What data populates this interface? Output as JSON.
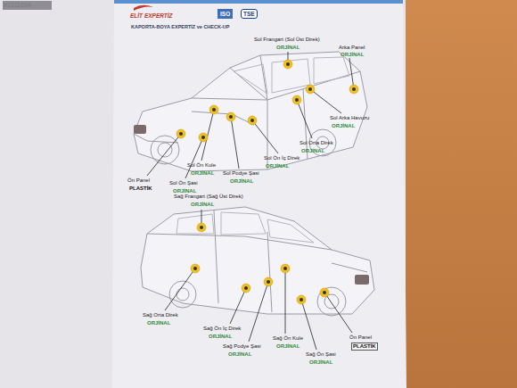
{
  "diagram": {
    "title": "KAPORTA-BOYA EXPERTİZ ve CHECK-UP",
    "labels": [
      "#1311634",
      "ELİT EXPERTİZ",
      "ISO",
      "TSE",
      "Sol Frangart (Sol Üst Direk)",
      "ORJİNAL",
      "Arka Panel",
      "ORJİNAL",
      "Sol Arka Havuzu",
      "ORJİNAL",
      "Sol Orta Direk",
      "ORJİNAL",
      "Sol Ön İç Direk",
      "ORJİNAL",
      "Sol Podye Şasi",
      "ORJİNAL",
      "Sol Ön Kule",
      "ORJİNAL",
      "Sol Ön Şasi",
      "ORJİNAL",
      "Ön Panel",
      "PLASTİK",
      "Sağ Frangart (Sağ Üst Direk)",
      "ORJİNAL",
      "Sağ Orta Direk",
      "ORJİNAL",
      "Sağ Ön İç Direk",
      "ORJİNAL",
      "Sağ Podye Şasi",
      "ORJİNAL",
      "Sağ Ön Kule",
      "ORJİNAL",
      "Sağ Ön Şasi",
      "ORJİNAL",
      "Ön Panel",
      "PLASTİK"
    ]
  }
}
